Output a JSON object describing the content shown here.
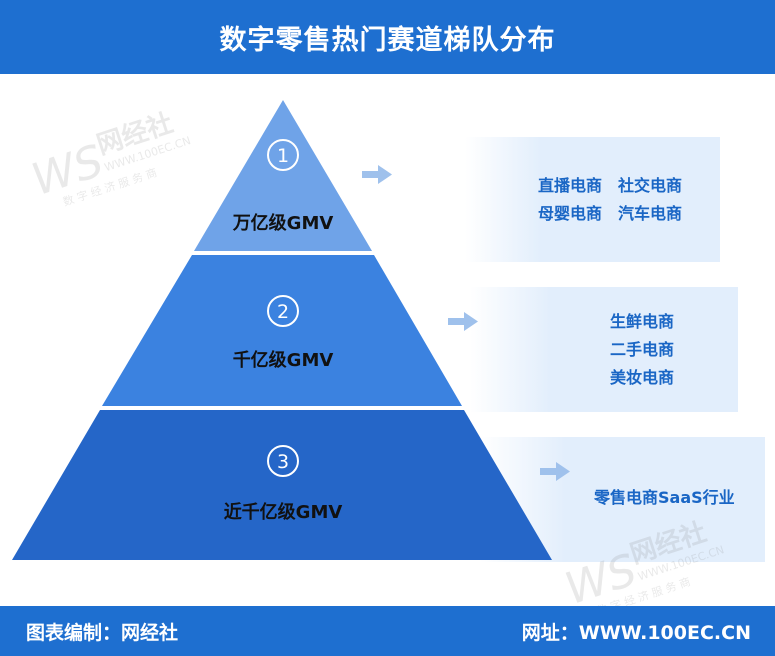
{
  "title": "数字零售热门赛道梯队分布",
  "tiers": [
    {
      "number": "1",
      "label": "万亿级GMV",
      "items": [
        "直播电商",
        "社交电商",
        "母婴电商",
        "汽车电商"
      ]
    },
    {
      "number": "2",
      "label": "千亿级GMV",
      "items": [
        "生鲜电商",
        "二手电商",
        "美妆电商"
      ]
    },
    {
      "number": "3",
      "label": "近千亿级GMV",
      "items": [
        "零售电商SaaS行业"
      ]
    }
  ],
  "watermark": {
    "brand": "网经社",
    "url": "WWW.100EC.CN",
    "slogan": "数 字 经 济 服 务 商"
  },
  "footer": {
    "credit": "图表编制：网经社",
    "site": "网址：WWW.100EC.CN"
  },
  "colors": {
    "header": "#1e6fd0",
    "tier1": "#6fa3e8",
    "tier2": "#3b82e0",
    "tier3": "#2566c8",
    "item_text": "#1a66c5",
    "panel": "#e2eefc",
    "arrow": "#9fc1ec"
  },
  "icons": [
    "circled-number-icon",
    "right-arrow-icon"
  ]
}
